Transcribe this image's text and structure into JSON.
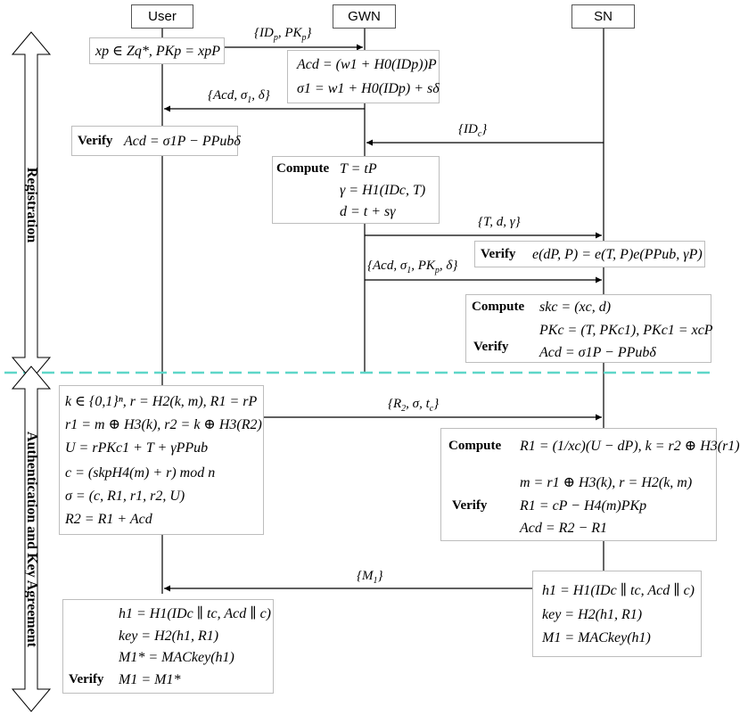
{
  "entities": {
    "user": "User",
    "gwn": "GWN",
    "sn": "SN"
  },
  "phases": {
    "registration": "Registration",
    "auth": "Authentication and Key Agreement"
  },
  "keywords": {
    "verify": "Verify",
    "compute": "Compute"
  },
  "messages": {
    "m1": "{IDp, PKp}",
    "m2": "{Acd, σ1, δ}",
    "m3": "{IDc}",
    "m4": "{T, d, γ}",
    "m5": "{Acd, σ1, PKp, δ}",
    "m6": "{R2, σ, tc}",
    "m7": "{M1}"
  },
  "boxes": {
    "user_reg": {
      "line1": "xp ∈ Zq*, PKp = xpP"
    },
    "gwn_reg": {
      "line1": "Acd = (w1 + H0(IDp))P",
      "line2": "σ1 = w1 + H0(IDp) + sδ"
    },
    "user_verify": {
      "line1": "Acd = σ1P − PPubδ"
    },
    "gwn_compute": {
      "line1": "T = tP",
      "line2": "γ = H1(IDc, T)",
      "line3": "d = t + sγ"
    },
    "sn_verify1": {
      "line1": "e(dP, P) = e(T, P)e(PPub, γP)"
    },
    "sn_compute1": {
      "line1": "skc = (xc, d)",
      "line2": "PKc = (T, PKc1), PKc1 = xcP",
      "line3": "Acd = σ1P − PPubδ"
    },
    "user_auth": {
      "line1": "k ∈ {0,1}ⁿ, r = H2(k, m), R1 = rP",
      "line2": "r1 = m ⊕ H3(k), r2 = k ⊕ H3(R2)",
      "line3": "U = rPKc1 + T + γPPub",
      "line4": "c = (skpH4(m) + r) mod n",
      "line5": "σ = (c, R1, r1, r2, U)",
      "line6": "R2 = R1 + Acd"
    },
    "sn_auth": {
      "line1": "R1 = (1/xc)(U − dP), k = r2 ⊕ H3(r1)",
      "line2": "m = r1 ⊕ H3(k), r = H2(k, m)",
      "line3": "R1 = cP − H4(m)PKp",
      "line4": "Acd = R2 − R1"
    },
    "sn_key": {
      "line1": "h1 = H1(IDc ∥ tc, Acd ∥ c)",
      "line2": "key = H2(h1, R1)",
      "line3": "M1 = MACkey(h1)"
    },
    "user_key": {
      "line1": "h1 = H1(IDc ∥ tc, Acd ∥ c)",
      "line2": "key = H2(h1, R1)",
      "line3": "M1* = MACkey(h1)",
      "line4": "M1 = M1*"
    }
  }
}
